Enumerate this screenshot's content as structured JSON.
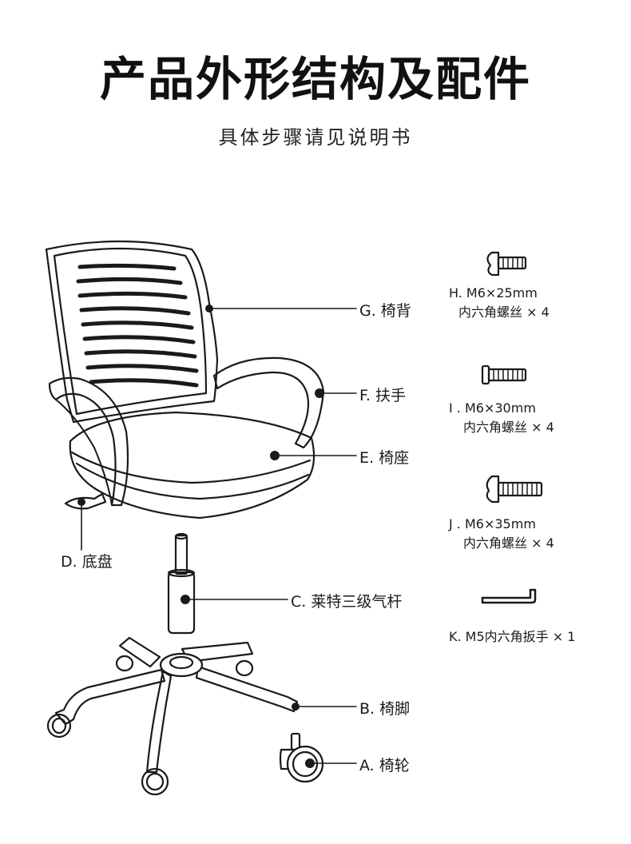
{
  "header": {
    "title": "产品外形结构及配件",
    "subtitle": "具体步骤请见说明书"
  },
  "parts": {
    "g": "G. 椅背",
    "f": "F. 扶手",
    "e": "E. 椅座",
    "d": "D. 底盘",
    "c": "C. 莱特三级气杆",
    "b": "B. 椅脚",
    "a": "A. 椅轮"
  },
  "accessories": {
    "h_size": "H. M6×25mm",
    "h_desc": "内六角螺丝 × 4",
    "i_size": "I . M6×30mm",
    "i_desc": "内六角螺丝 × 4",
    "j_size": "J . M6×35mm",
    "j_desc": "内六角螺丝 × 4",
    "k_desc": "K. M5内六角扳手 × 1"
  }
}
